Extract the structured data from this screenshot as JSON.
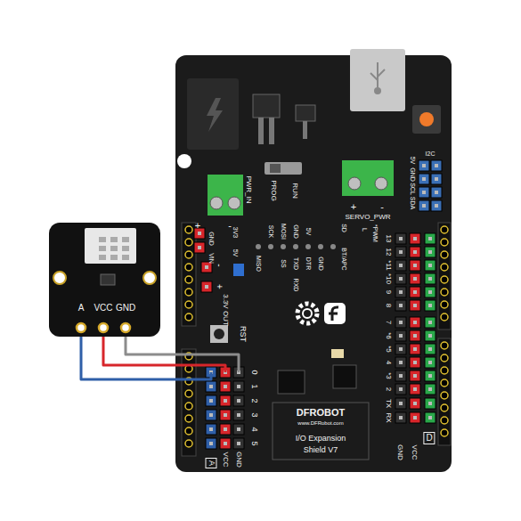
{
  "diagram": {
    "nodes": [
      {
        "text": [
          "A",
          "VCC",
          "GND"
        ]
      },
      {
        "text": [
          "DFROBOT",
          "www.DFRobot.com",
          "I/O Expansion",
          "Shield V7"
        ]
      }
    ],
    "edges": [
      {
        "from": 0,
        "to": 1,
        "arrow": "none"
      },
      {
        "from": 0,
        "to": 1,
        "arrow": "none"
      },
      {
        "from": 0,
        "to": 1,
        "arrow": "none"
      }
    ],
    "labels": [
      "PWR_IN",
      "+",
      "-",
      "PROG",
      "RUN",
      "+",
      "-",
      "SERVO_PWR",
      "5V",
      "GND",
      "SCL",
      "SDA",
      "I2C",
      "VIN",
      "GND",
      "-",
      "+",
      "3.3V OUT",
      "3V3",
      "5V",
      "RST",
      "SCK",
      "MOSI",
      "GND",
      "5V",
      "SD",
      "MISO",
      "SS",
      "TXD",
      "DTR",
      "GND",
      "BT/APC",
      "RXD",
      "L",
      "*PWM",
      "13",
      "12",
      "*11",
      "*10",
      "9",
      "8",
      "7",
      "*6",
      "*5",
      "4",
      "*3",
      "2",
      "TX",
      "RX",
      "GND",
      "VCC",
      "D",
      "0",
      "1",
      "2",
      "3",
      "4",
      "5",
      "A",
      "VCC",
      "GND"
    ]
  }
}
